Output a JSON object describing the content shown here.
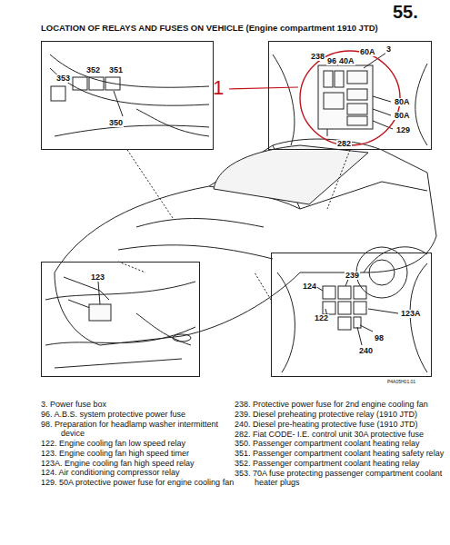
{
  "diagram": {
    "title": "LOCATION OF RELAYS AND FUSES ON VEHICLE (Engine compartment 1910 JTD)",
    "nodes": [
      {
        "text": [
          "353",
          "352",
          "351",
          "350"
        ]
      },
      {
        "text": [
          "238",
          "96",
          "40A",
          "60A",
          "3",
          "80A",
          "80A",
          "129",
          "282"
        ]
      },
      {
        "text": [
          "123"
        ]
      },
      {
        "text": [
          "239",
          "124",
          "122",
          "123A",
          "98",
          "240"
        ]
      }
    ],
    "labels": [
      "55.",
      "1",
      "P4A05H01.01",
      "3. Power fuse box",
      "96. A.B.S. system protective power fuse",
      "98. Preparation for headlamp washer intermittent device",
      "122. Engine cooling fan low speed relay",
      "123. Engine cooling fan high speed timer",
      "123A. Engine cooling fan high speed relay",
      "124. Air conditioning compressor relay",
      "129. 50A protective power fuse for engine cooling fan",
      "238. Protective power fuse for 2nd engine cooling fan",
      "239. Diesel preheating protective relay (1910 JTD)",
      "240. Diesel pre-heating protective fuse (1910 JTD)",
      "282. Fiat CODE- I.E. control unit 30A protective fuse",
      "350. Passenger compartment coolant heating relay",
      "351. Passenger compartment coolant heating safety relay",
      "352. Passenger compartment coolant heating relay",
      "353. 70A fuse protecting passenger compartment coolant heater plugs"
    ]
  }
}
